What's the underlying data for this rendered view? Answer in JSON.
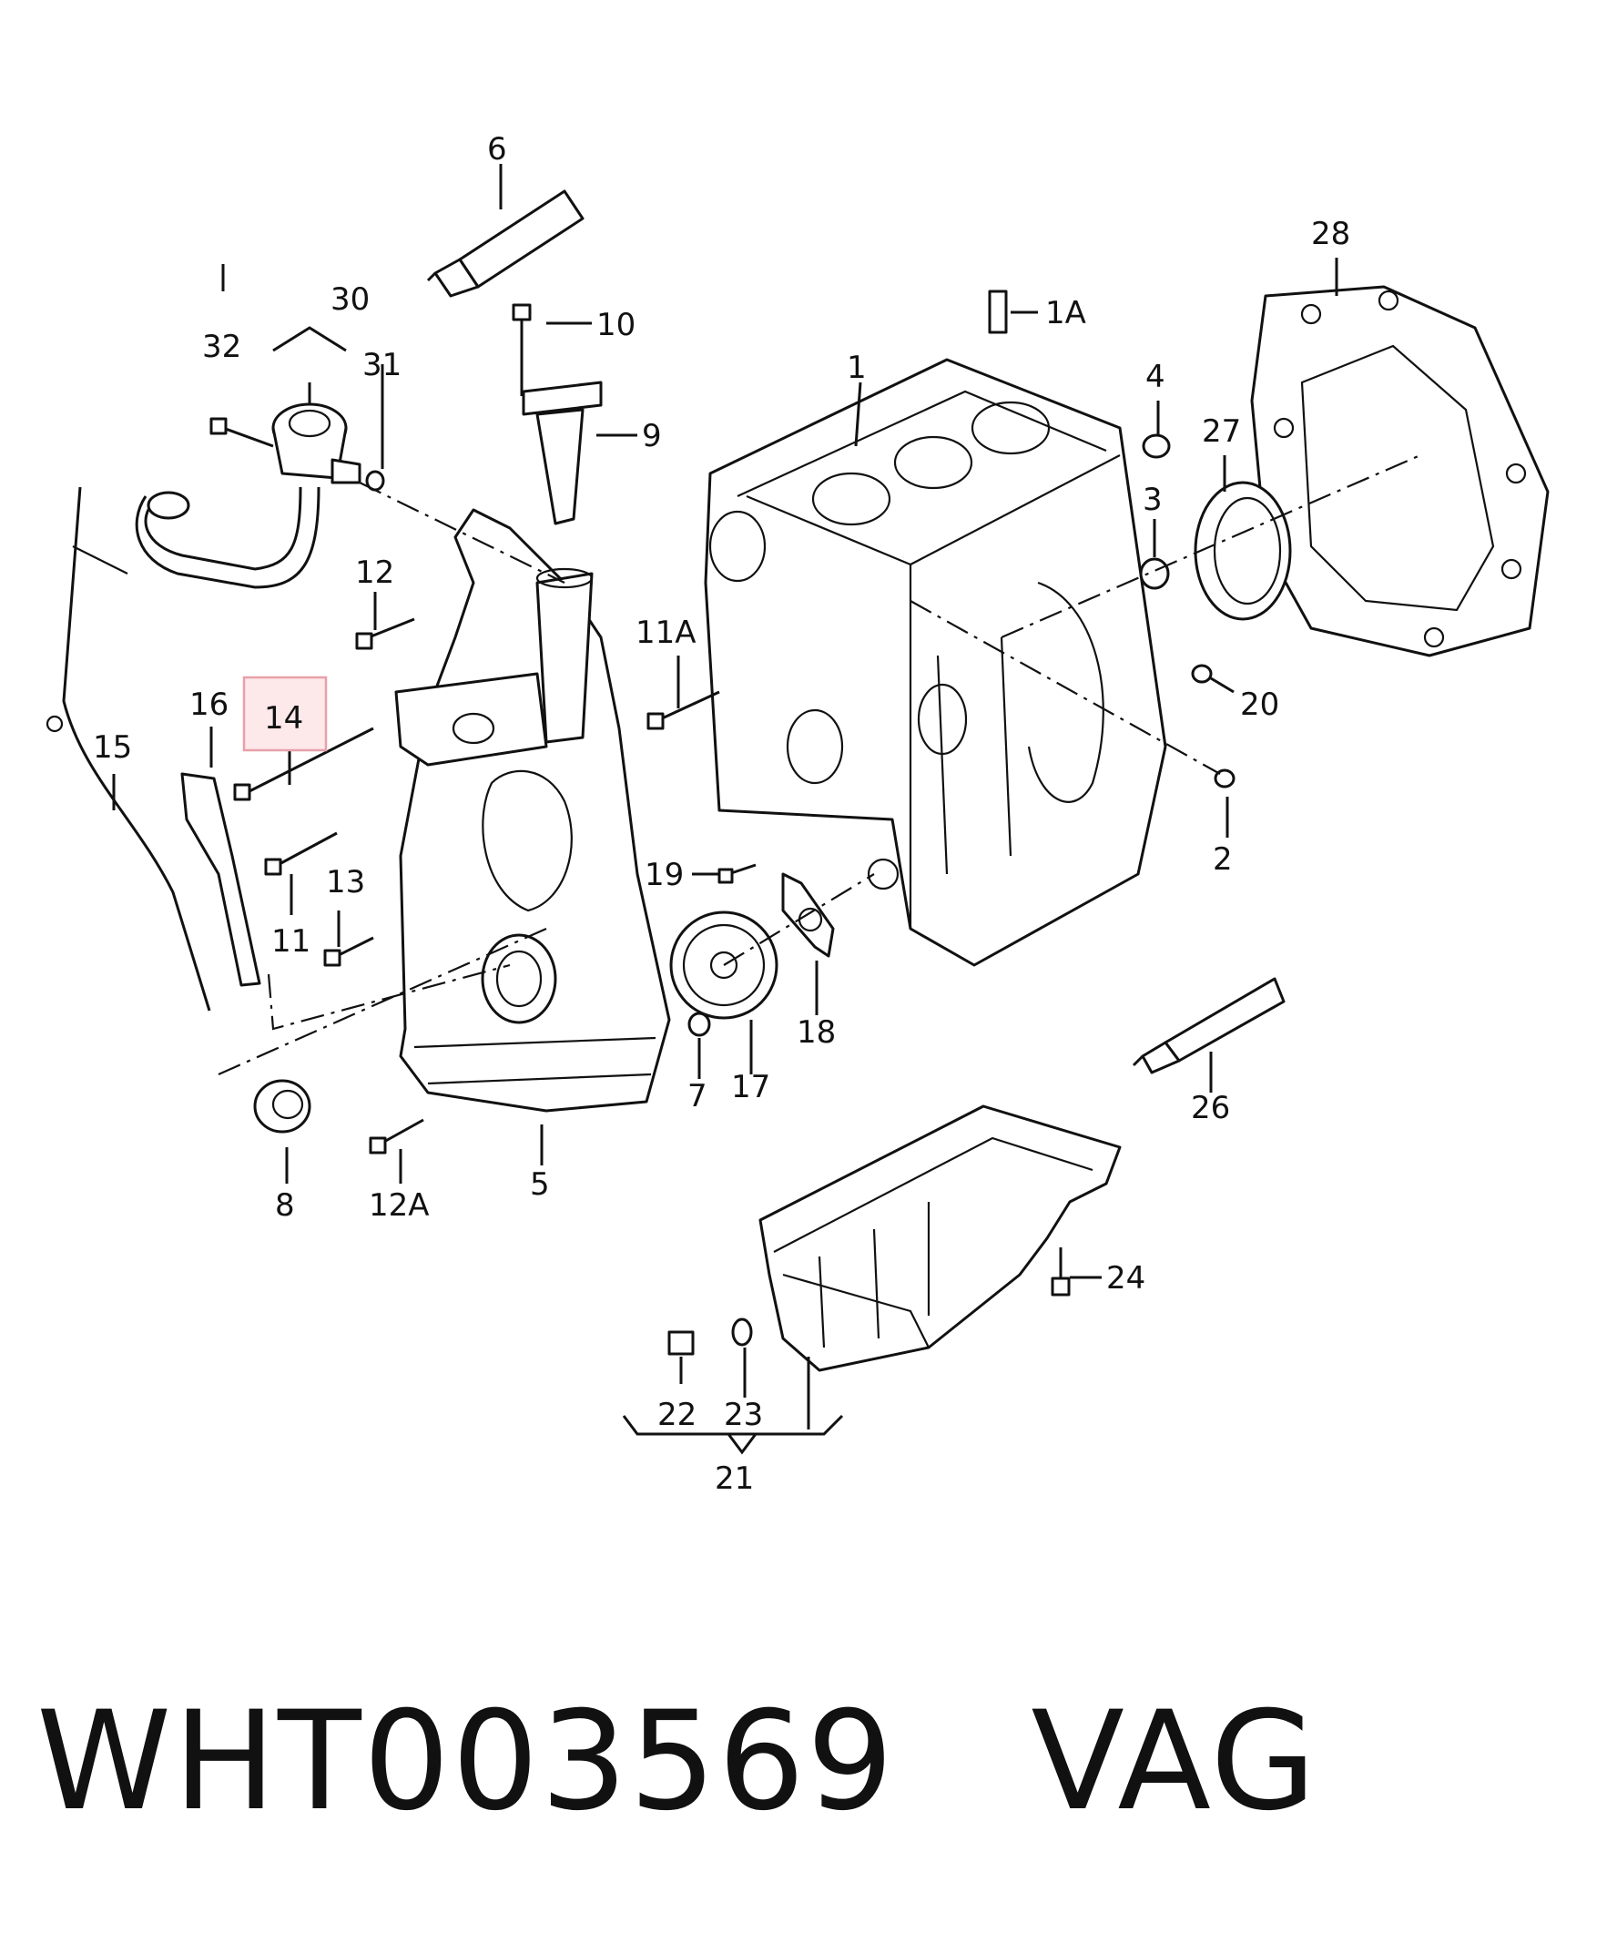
{
  "callouts": {
    "c1": "1",
    "c1A": "1A",
    "c2": "2",
    "c3": "3",
    "c4": "4",
    "c5": "5",
    "c6": "6",
    "c7": "7",
    "c8": "8",
    "c9": "9",
    "c10": "10",
    "c11": "11",
    "c11A": "11A",
    "c12": "12",
    "c12A": "12A",
    "c13": "13",
    "c14": "14",
    "c15": "15",
    "c16": "16",
    "c17": "17",
    "c18": "18",
    "c19": "19",
    "c20": "20",
    "c21": "21",
    "c22": "22",
    "c23": "23",
    "c24": "24",
    "c26": "26",
    "c27": "27",
    "c28": "28",
    "c30": "30",
    "c31": "31",
    "c32": "32"
  },
  "highlight": {
    "color": "#e8a0a8",
    "fill": "#fde8ea"
  },
  "caption": "WHT003569   VAG"
}
